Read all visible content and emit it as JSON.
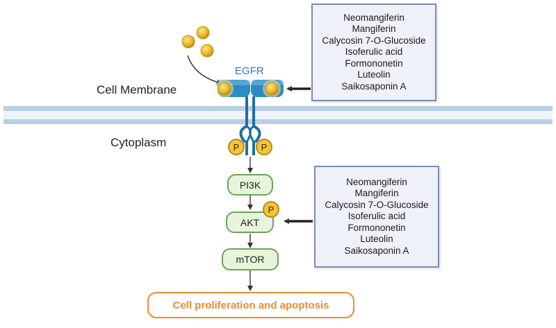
{
  "receptor": {
    "name": "EGFR"
  },
  "regions": {
    "membrane": "Cell Membrane",
    "cytoplasm": "Cytoplasm"
  },
  "compounds_top": [
    "Neomangiferin",
    "Mangiferin",
    "Calycosin 7-O-Glucoside",
    "Isoferulic acid",
    "Formononetin",
    "Luteolin",
    "Saikosaponin A"
  ],
  "compounds_bottom": [
    "Neomangiferin",
    "Mangiferin",
    "Calycosin 7-O-Glucoside",
    "Isoferulic acid",
    "Formononetin",
    "Luteolin",
    "Saikosaponin A"
  ],
  "pathway": {
    "pi3k": "PI3K",
    "akt": "AKT",
    "mtor": "mTOR"
  },
  "phospho_label": "P",
  "outcome": "Cell proliferation and apoptosis",
  "colors": {
    "receptor": "#2b8cc4",
    "ligand": "#f1bd2e",
    "node_fill": "#e8f4dc",
    "node_border": "#6aa457",
    "outcome": "#f08a2c",
    "compound_border": "#7d8cb3",
    "membrane": "#b9cfe3"
  }
}
